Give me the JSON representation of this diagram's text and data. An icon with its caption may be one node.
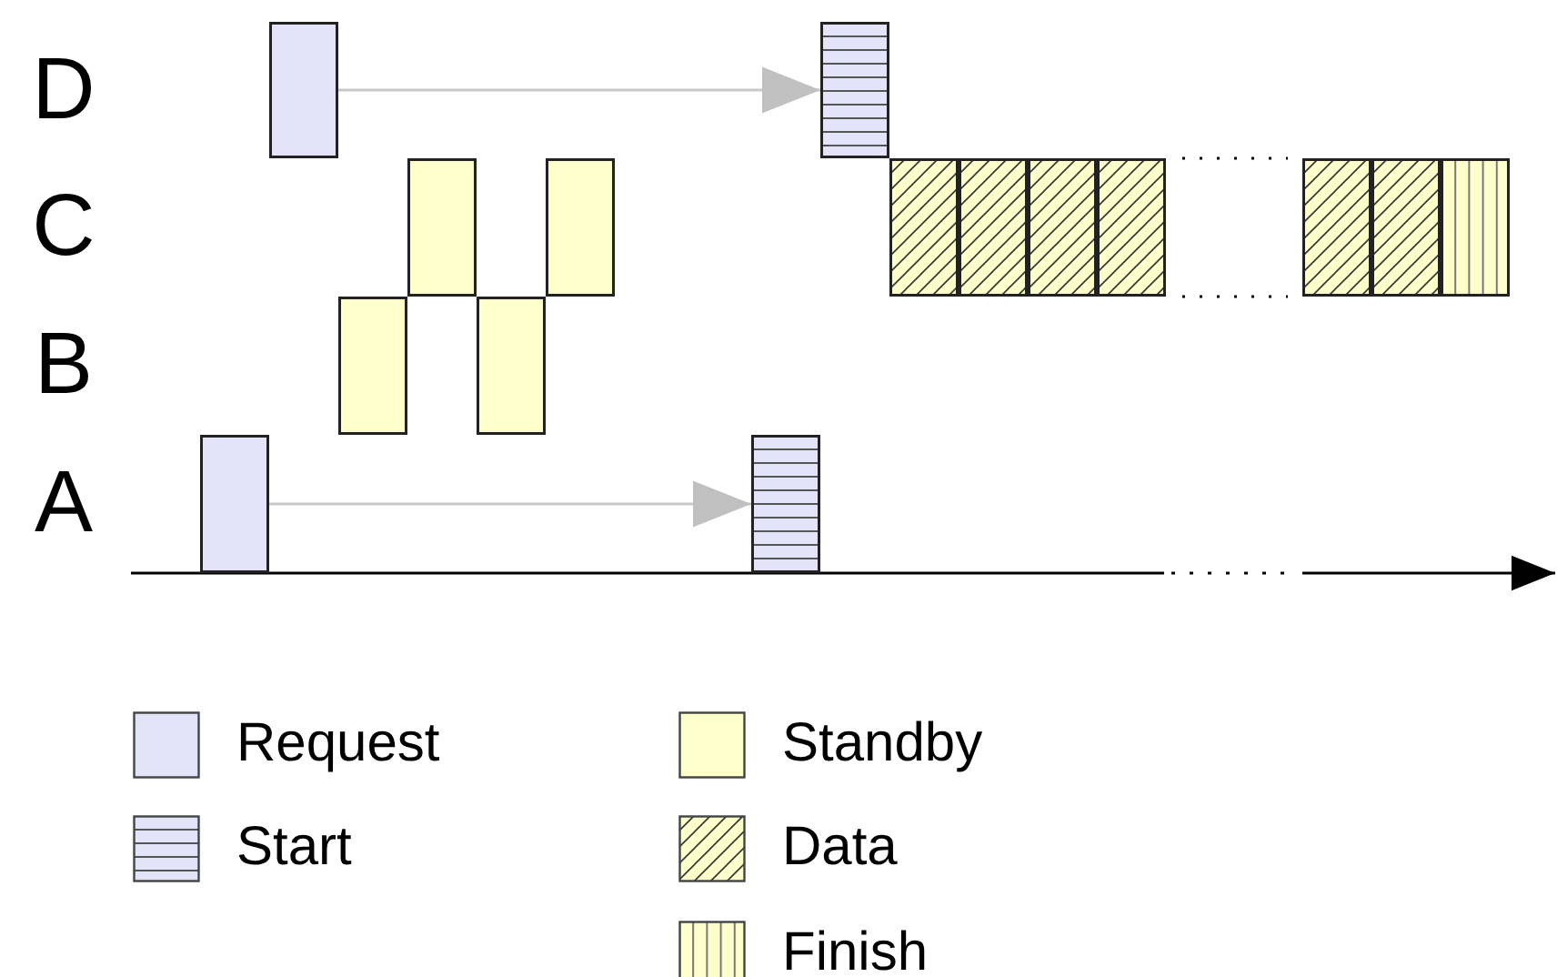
{
  "diagram": {
    "nodes": [
      {
        "text": [],
        "shape": "box"
      },
      {
        "text": [],
        "shape": "box"
      },
      {
        "text": [],
        "shape": "box"
      },
      {
        "text": [],
        "shape": "box"
      },
      {
        "text": [],
        "shape": "box"
      },
      {
        "text": [],
        "shape": "box"
      },
      {
        "text": [],
        "shape": "box"
      },
      {
        "text": [],
        "shape": "box"
      },
      {
        "text": [],
        "shape": "box"
      },
      {
        "text": [],
        "shape": "box"
      },
      {
        "text": [],
        "shape": "box"
      },
      {
        "text": [],
        "shape": "box"
      },
      {
        "text": [],
        "shape": "box"
      },
      {
        "text": [],
        "shape": "box"
      },
      {
        "text": [],
        "shape": "box"
      }
    ],
    "edges": [
      {
        "from": 1,
        "to": 7,
        "arrow": "to"
      },
      {
        "from": 0,
        "to": 6,
        "arrow": "to"
      }
    ],
    "labels": [
      "D",
      "C",
      "B",
      "A"
    ],
    "legend": [
      {
        "text": "Request",
        "color": "#e3e3fa"
      },
      {
        "text": "Start"
      },
      {
        "text": "Standby",
        "color": "#ffffcc"
      },
      {
        "text": "Data"
      },
      {
        "text": "Finish"
      }
    ]
  }
}
